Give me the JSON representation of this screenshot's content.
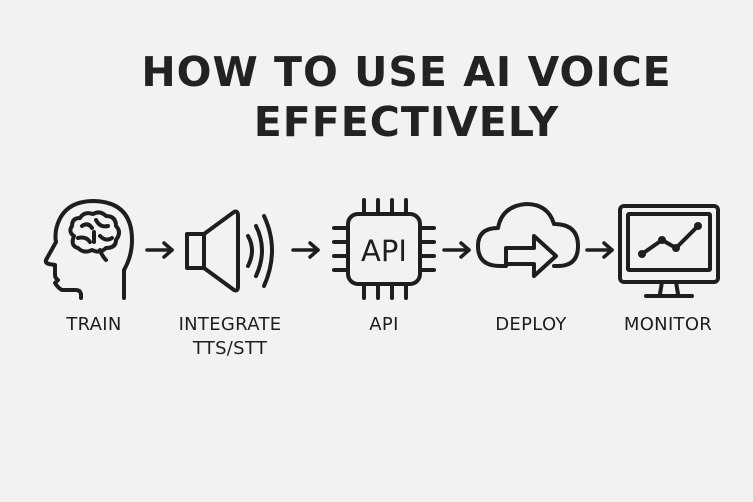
{
  "title": {
    "line1": "HOW TO USE AI VOICE",
    "line2": "EFFECTIVELY"
  },
  "steps": [
    {
      "label": "TRAIN",
      "icon": "head-brain-icon"
    },
    {
      "label_line1": "INTEGRATE",
      "label_line2": "TTS/STT",
      "icon": "speaker-sound-icon"
    },
    {
      "label": "API",
      "icon_text": "API",
      "icon": "chip-api-icon"
    },
    {
      "label": "DEPLOY",
      "icon": "cloud-arrow-icon"
    },
    {
      "label": "MONITOR",
      "icon": "monitor-chart-icon"
    }
  ],
  "colors": {
    "background": "#f2f2f1",
    "ink": "#1e1e1e"
  }
}
